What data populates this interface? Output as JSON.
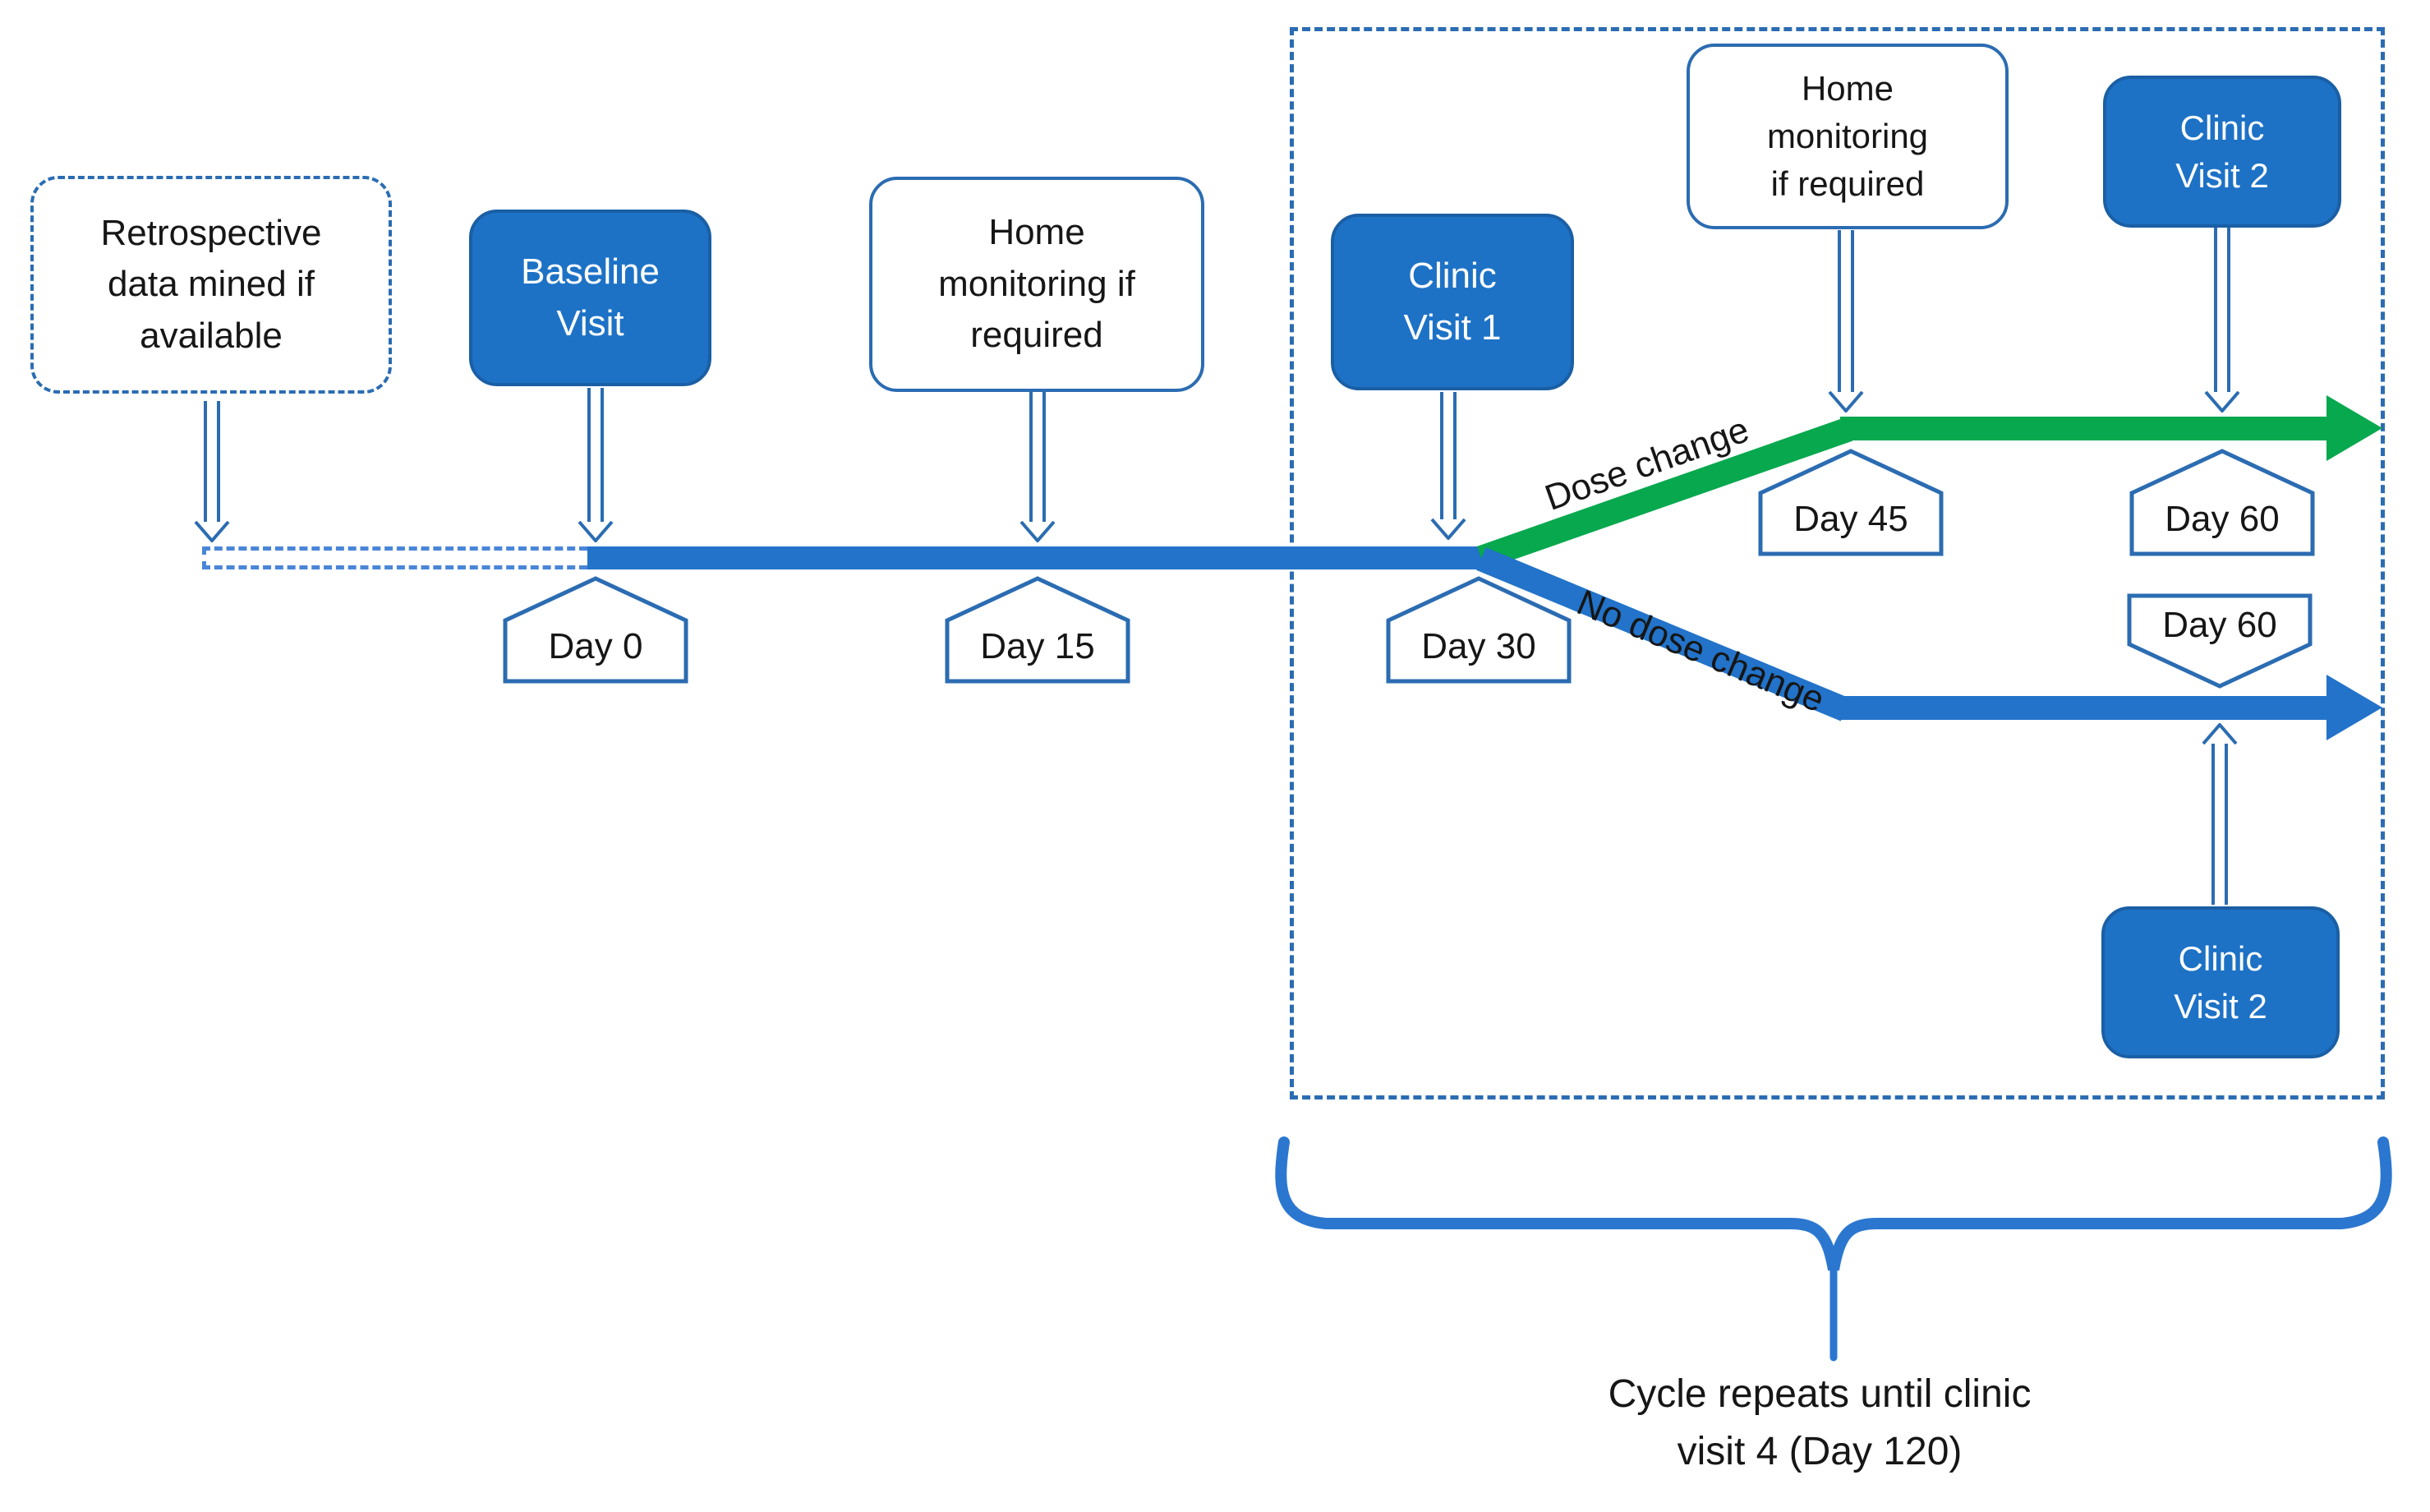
{
  "colors": {
    "box_blue": "#1d72c6",
    "box_border": "#1a5fa5",
    "outline_blue": "#2b6cb2",
    "timeline_blue": "#2273c9",
    "dashed_light_blue": "#4a86d8",
    "branch_green": "#07a84e",
    "brace_blue": "#2b77d0",
    "text": "#161616"
  },
  "boxes": {
    "retrospective": {
      "lines": [
        "Retrospective",
        "data mined if",
        "available"
      ]
    },
    "baseline": {
      "lines": [
        "Baseline",
        "Visit"
      ]
    },
    "home_monitoring_1": {
      "lines": [
        "Home",
        "monitoring if",
        "required"
      ]
    },
    "clinic_visit_1": {
      "lines": [
        "Clinic",
        "Visit 1"
      ]
    },
    "home_monitoring_2": {
      "lines": [
        "Home",
        "monitoring",
        "if required"
      ]
    },
    "clinic_visit_2_top": {
      "lines": [
        "Clinic",
        "Visit 2"
      ]
    },
    "clinic_visit_2_bottom": {
      "lines": [
        "Clinic",
        "Visit 2"
      ]
    }
  },
  "timeline": {
    "day_markers": {
      "day0": "Day 0",
      "day15": "Day 15",
      "day30": "Day 30",
      "day45": "Day 45",
      "day60_upper": "Day 60",
      "day60_lower": "Day 60"
    }
  },
  "branch_labels": {
    "dose_change": "Dose change",
    "no_dose_change": "No dose change"
  },
  "caption": {
    "line1": "Cycle repeats until clinic",
    "line2": "visit 4 (Day 120)"
  }
}
